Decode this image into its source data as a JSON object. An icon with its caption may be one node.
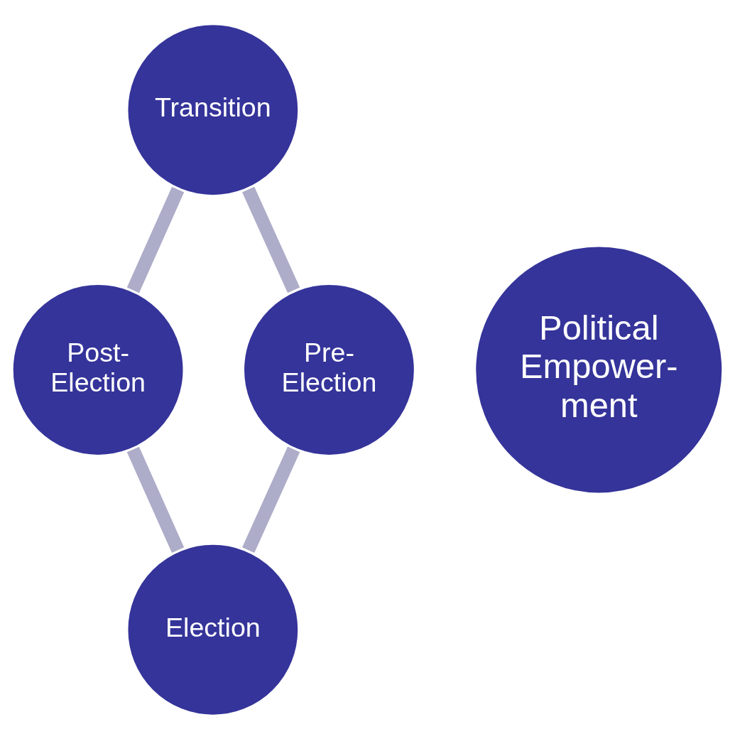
{
  "diagram": {
    "nodes": [
      {
        "text": [
          "Transition"
        ]
      },
      {
        "text": [
          "Post- Election"
        ]
      },
      {
        "text": [
          "Political Empower- ment"
        ]
      },
      {
        "text": [
          "Pre- Election"
        ]
      },
      {
        "text": [
          "Election"
        ]
      }
    ],
    "edges": [
      {
        "from": 0,
        "to": 3,
        "arrow": "none"
      },
      {
        "from": 0,
        "to": 1,
        "arrow": "none"
      },
      {
        "from": 3,
        "to": 4,
        "arrow": "none"
      },
      {
        "from": 1,
        "to": 4,
        "arrow": "none"
      }
    ]
  }
}
